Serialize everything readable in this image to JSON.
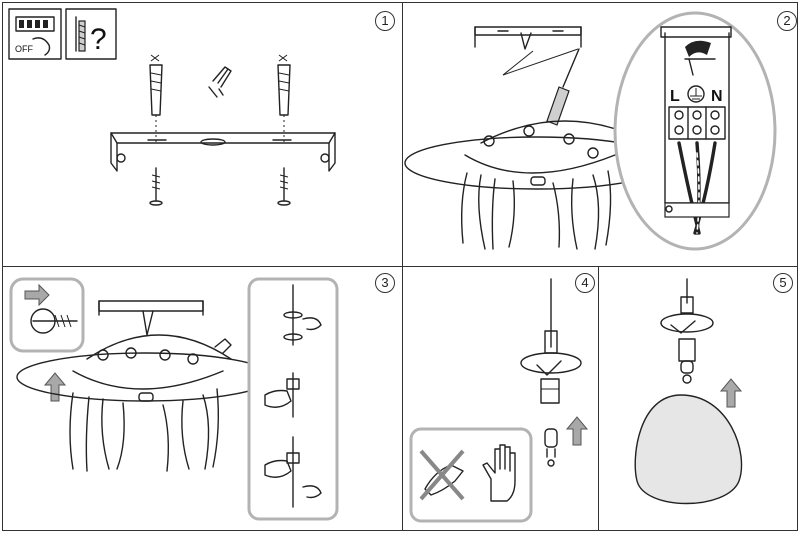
{
  "steps": {
    "s1": "1",
    "s2": "2",
    "s3": "3",
    "s4": "4",
    "s5": "5"
  },
  "labels": {
    "off": "OFF",
    "question": "?",
    "live": "L",
    "neutral": "N"
  },
  "icons": {
    "power_off": "breaker-switch-icon",
    "tools_question": "screw-question-icon",
    "earth": "earth-ground-icon",
    "no_bare_hands": "no-bare-hands-icon",
    "wear_gloves": "glove-icon",
    "up_arrow": "up-arrow-icon"
  },
  "colors": {
    "line": "#222222",
    "arrow_fill": "#a8a8a8",
    "glass": "#e6e6e6",
    "inset_border": "#b3b3b3"
  }
}
